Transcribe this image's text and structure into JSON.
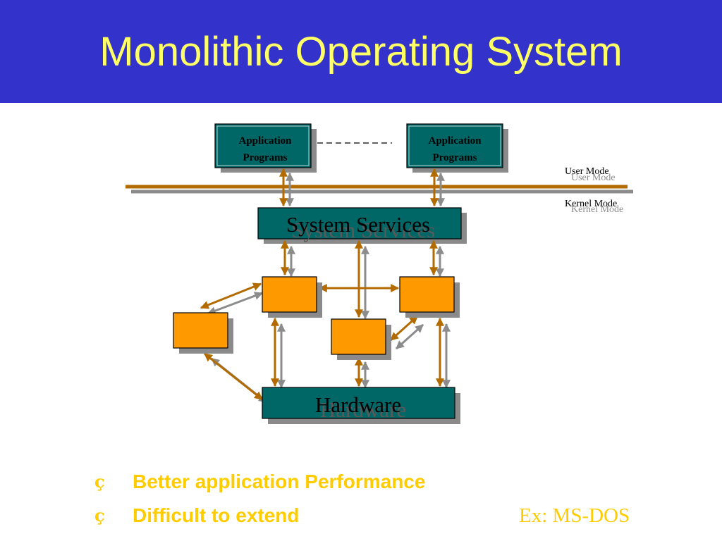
{
  "slide": {
    "title": "Monolithic Operating System",
    "colors": {
      "title_bar": "#3333cc",
      "title_text": "#ffff66",
      "bullet_text": "#ffcc00",
      "module_fill": "#ff9900",
      "layer_fill": "#006666",
      "arrow": "#b36b00"
    }
  },
  "diagram": {
    "app_box_left": {
      "line1": "Application",
      "line2": "Programs"
    },
    "app_box_right": {
      "line1": "Application",
      "line2": "Programs"
    },
    "user_mode_label": "User Mode",
    "kernel_mode_label": "Kernel Mode",
    "system_services_label": "System Services",
    "hardware_label": "Hardware"
  },
  "bullets": [
    {
      "icon": "ç",
      "text": "Better application Performance"
    },
    {
      "icon": "ç",
      "text": "Difficult to extend"
    }
  ],
  "example": "Ex: MS-DOS"
}
